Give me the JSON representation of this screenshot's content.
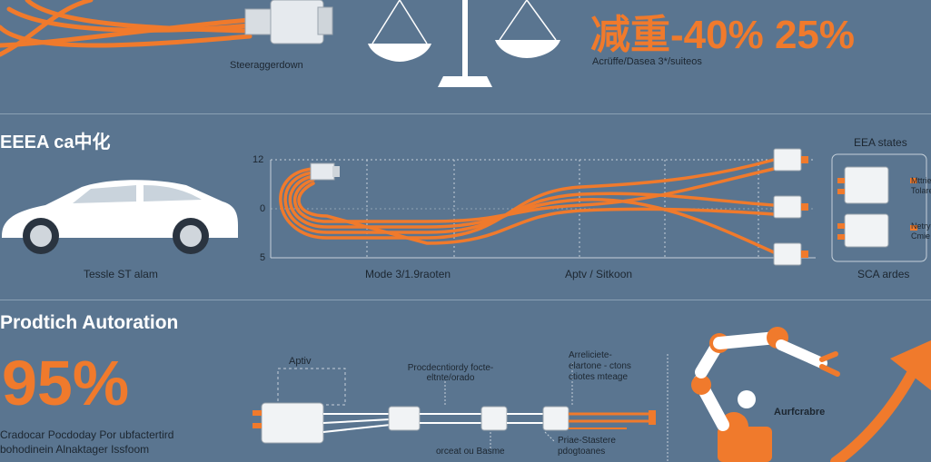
{
  "top": {
    "connector_caption": "Steeraggerdown",
    "weight_stat": "减重-40% 25%",
    "weight_caption": "Acrüffe/Dasea 3*/suiteos"
  },
  "eea": {
    "heading": "EEEA ca中化",
    "tesla_label": "Tessle ST alam",
    "y_tick_top": "12",
    "y_tick_mid": "0",
    "y_tick_bottom": "5",
    "mode_label": "Mode 3/1.9raoten",
    "aptiv_label": "Aptv / Sitkoon",
    "state_label": "EEA states",
    "sca_label": "SCA ardes",
    "module_labels": [
      "Mttrie",
      "Tolare",
      "Netry",
      "Cmie"
    ]
  },
  "production": {
    "heading": "Prodtich Autoration",
    "percent": "95%",
    "desc_line1": "Cradocar Pocdoday Por ubfactertird",
    "desc_line2": "bohodinein Alnaktager Issfoom",
    "aptiv_label": "Aptiv",
    "callout1_line1": "Procdecntiordy focte-",
    "callout1_line2": "eltnte/orado",
    "callout2_line1": "Arreliciete-",
    "callout2_line2": "elartone - ctons",
    "callout2_line3": "ctiotes mteage",
    "callout3": "orceat ou Basme",
    "callout4_line1": "Priae-Stastere",
    "callout4_line2": "pdogtoanes",
    "robot_label": "Aurfcrabre"
  },
  "colors": {
    "background": "#5a7590",
    "accent": "#f07a2c",
    "dark_text": "#1c2630",
    "white": "#ffffff"
  }
}
